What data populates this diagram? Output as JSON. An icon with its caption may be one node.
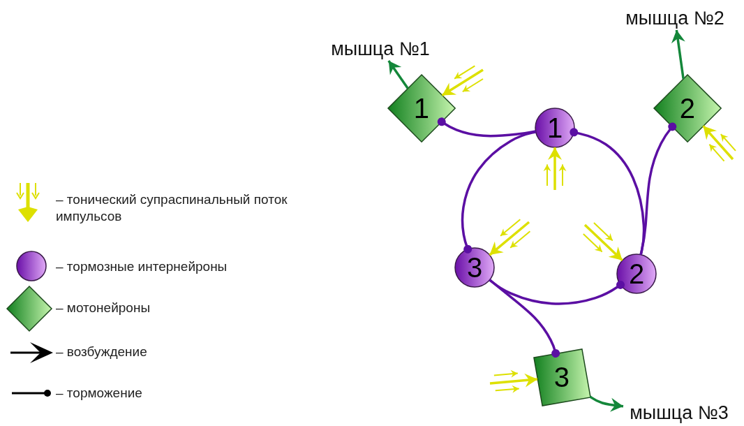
{
  "diagram": {
    "nodes": [
      {
        "text": [
          "1"
        ]
      },
      {
        "text": [
          "2"
        ]
      },
      {
        "text": [
          "3"
        ]
      },
      {
        "text": [
          "1"
        ]
      },
      {
        "text": [
          "2"
        ]
      },
      {
        "text": [
          "3"
        ]
      },
      {
        "text": [
          "мышца №1"
        ]
      },
      {
        "text": [
          "мышца №2"
        ]
      },
      {
        "text": [
          "мышца №3"
        ]
      }
    ],
    "edges": [
      {
        "from": 3,
        "to": 0,
        "arrow": "other",
        "color": "#5b0fa3"
      },
      {
        "from": 3,
        "to": 5,
        "arrow": "other",
        "color": "#5b0fa3"
      },
      {
        "from": 4,
        "to": 3,
        "arrow": "other",
        "color": "#5b0fa3"
      },
      {
        "from": 4,
        "to": 1,
        "arrow": "other",
        "color": "#5b0fa3"
      },
      {
        "from": 5,
        "to": 4,
        "arrow": "other",
        "color": "#5b0fa3"
      },
      {
        "from": 5,
        "to": 2,
        "arrow": "other",
        "color": "#5b0fa3"
      },
      {
        "from": 0,
        "to": 6,
        "arrow": "to",
        "color": "#14873a"
      },
      {
        "from": 1,
        "to": 7,
        "arrow": "to",
        "color": "#14873a"
      },
      {
        "from": 2,
        "to": 8,
        "arrow": "to",
        "color": "#14873a"
      },
      {
        "from": null,
        "to": 0,
        "arrow": "to",
        "color": "#dde000"
      },
      {
        "from": null,
        "to": 1,
        "arrow": "to",
        "color": "#dde000"
      },
      {
        "from": null,
        "to": 2,
        "arrow": "to",
        "color": "#dde000"
      },
      {
        "from": null,
        "to": 3,
        "arrow": "to",
        "color": "#dde000"
      },
      {
        "from": null,
        "to": 4,
        "arrow": "to",
        "color": "#dde000"
      },
      {
        "from": null,
        "to": 5,
        "arrow": "to",
        "color": "#dde000"
      }
    ],
    "legend": [
      {
        "text": "– тонический супраспинальный поток импульсов"
      },
      {
        "text": "– тормозные интернейроны"
      },
      {
        "text": "– мотонейроны"
      },
      {
        "text": "– возбуждение"
      },
      {
        "text": "– торможение"
      }
    ]
  }
}
